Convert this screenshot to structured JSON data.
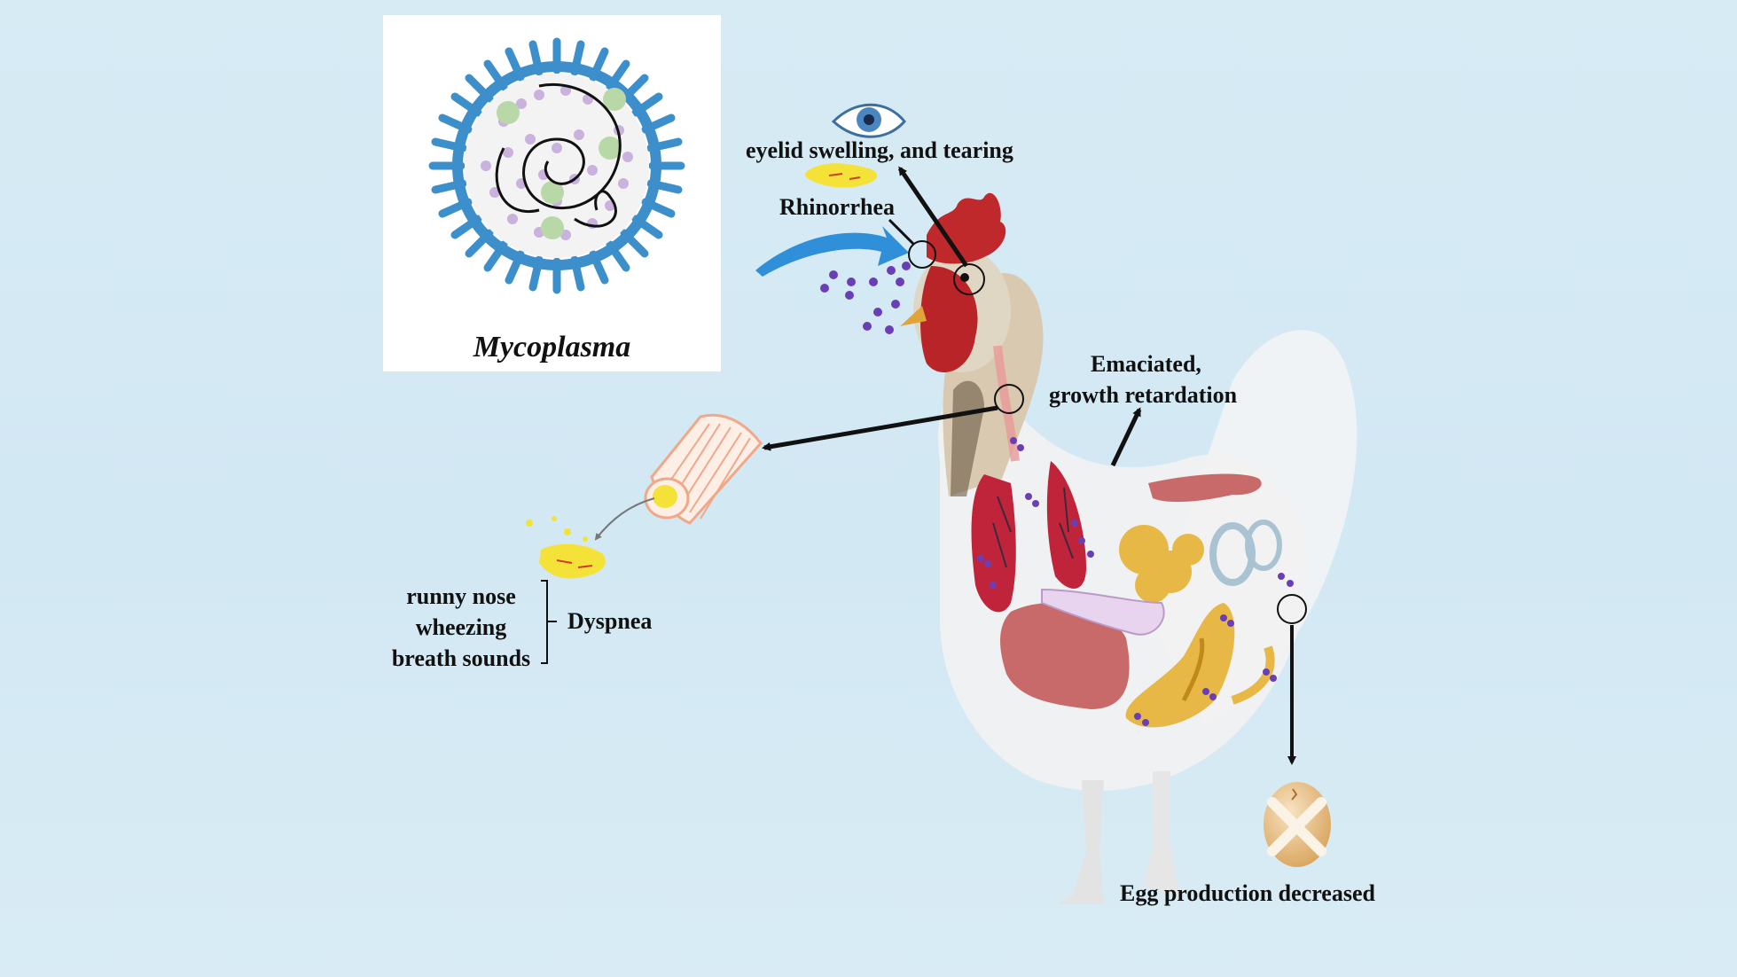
{
  "organism_label": "Mycoplasma",
  "labels": {
    "eye": "eyelid swelling, and tearing",
    "nose": "Rhinorrhea",
    "emaciated_line1": "Emaciated,",
    "emaciated_line2": "growth retardation",
    "dyspnea": "Dyspnea",
    "egg": "Egg production decreased"
  },
  "dyspnea_symptoms": [
    "runny nose",
    "wheezing",
    "breath sounds"
  ],
  "colors": {
    "background": "#d5e9f4",
    "mycoplasma_spikes": "#3d8fcb",
    "particles": "#6a3fb5",
    "arrow_blue": "#2f8fd8",
    "mucus": "#f5e238",
    "comb": "#c0292c",
    "lung": "#c0243a",
    "liver": "#c86a6a",
    "intestine": "#e8b846"
  },
  "icons": [
    "eye-icon",
    "egg-crossed-icon",
    "trachea-icon",
    "mucus-icon"
  ]
}
